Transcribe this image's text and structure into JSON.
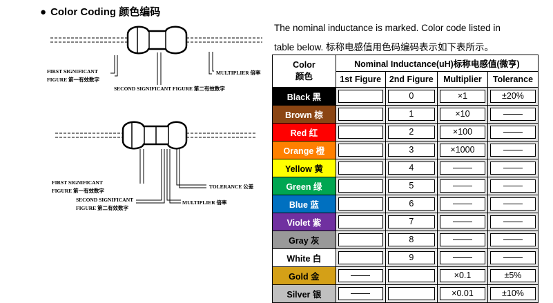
{
  "page": {
    "title_bullet": "●",
    "title": "Color Coding 颜色编码",
    "intro_line1": "The nominal inductance is marked. Color code listed in",
    "intro_line2": "table below. 标称电感值用色码编码表示如下表所示。"
  },
  "diagram1": {
    "first_label_1": "FIRST SIGNIFICANT",
    "first_label_2": "FIGURE 第一有效数字",
    "second_label": "SECOND SIGNIFICANT FIGURE 第二有效数字",
    "multiplier_label": "MULTIPLIER 倍率"
  },
  "diagram2": {
    "first_label_1": "FIRST SIGNIFICANT",
    "first_label_2": "FIGURE 第一有效数字",
    "second_label_1": "SECOND SIGNIFICANT",
    "second_label_2": "FIGURE 第二有效数字",
    "multiplier_label": "MULTIPLIER 倍率",
    "tolerance_label": "TOLERANCE 公差"
  },
  "table": {
    "header_color_1": "Color",
    "header_color_2": "颜色",
    "header_nominal": "Nominal Inductance(uH)标称电感值(微亨)",
    "header_first": "1st Figure",
    "header_second": "2nd Figure",
    "header_multiplier": "Multiplier",
    "header_tolerance": "Tolerance",
    "rows": [
      {
        "name": "Black 黑",
        "bg": "#000000",
        "fg": "#ffffff",
        "second": "0",
        "multiplier": "×1",
        "tolerance": "±20%"
      },
      {
        "name": "Brown 棕",
        "bg": "#8b4513",
        "fg": "#ffffff",
        "second": "1",
        "multiplier": "×10",
        "tolerance": ""
      },
      {
        "name": "Red 红",
        "bg": "#ff0000",
        "fg": "#ffffff",
        "second": "2",
        "multiplier": "×100",
        "tolerance": ""
      },
      {
        "name": "Orange 橙",
        "bg": "#ff8000",
        "fg": "#ffffff",
        "second": "3",
        "multiplier": "×1000",
        "tolerance": ""
      },
      {
        "name": "Yellow 黄",
        "bg": "#ffff00",
        "fg": "#000000",
        "second": "4",
        "multiplier": "",
        "tolerance": ""
      },
      {
        "name": "Green 绿",
        "bg": "#00a651",
        "fg": "#ffffff",
        "second": "5",
        "multiplier": "",
        "tolerance": ""
      },
      {
        "name": "Blue 蓝",
        "bg": "#0070c0",
        "fg": "#ffffff",
        "second": "6",
        "multiplier": "",
        "tolerance": ""
      },
      {
        "name": "Violet 紫",
        "bg": "#7030a0",
        "fg": "#ffffff",
        "second": "7",
        "multiplier": "",
        "tolerance": ""
      },
      {
        "name": "Gray 灰",
        "bg": "#999999",
        "fg": "#000000",
        "second": "8",
        "multiplier": "",
        "tolerance": ""
      },
      {
        "name": "White 白",
        "bg": "#ffffff",
        "fg": "#000000",
        "second": "9",
        "multiplier": "",
        "tolerance": ""
      },
      {
        "name": "Gold 金",
        "bg": "#d4a017",
        "fg": "#000000",
        "second": "",
        "multiplier": "×0.1",
        "tolerance": "±5%"
      },
      {
        "name": "Silver 银",
        "bg": "#c0c0c0",
        "fg": "#000000",
        "second": "",
        "multiplier": "×0.01",
        "tolerance": "±10%"
      }
    ]
  }
}
